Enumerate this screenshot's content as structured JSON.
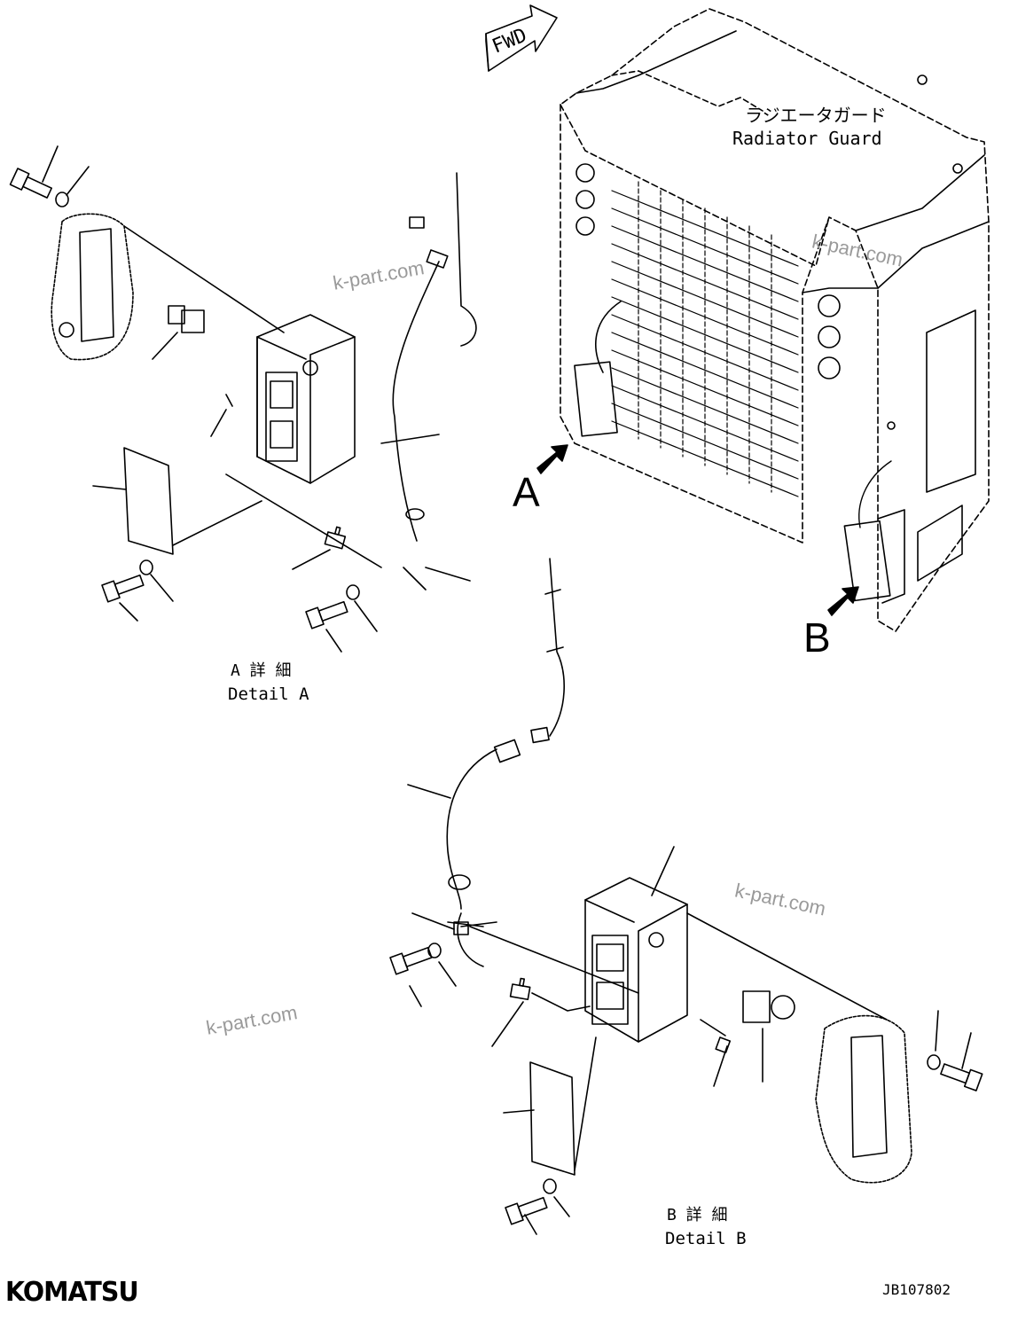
{
  "fwd_label": "FWD",
  "radiator_guard": {
    "jp": "ラジエータガード",
    "en": "Radiator Guard"
  },
  "detail_a": {
    "jp": "A 詳 細",
    "en": "Detail A"
  },
  "detail_b": {
    "jp": "B 詳 細",
    "en": "Detail B"
  },
  "callout_a": "A",
  "callout_b": "B",
  "watermarks": [
    "k-part.com",
    "k-part.com",
    "k-part.com",
    "k-part.com"
  ],
  "logo": "KOMATSU",
  "doc_id": "JB107802"
}
